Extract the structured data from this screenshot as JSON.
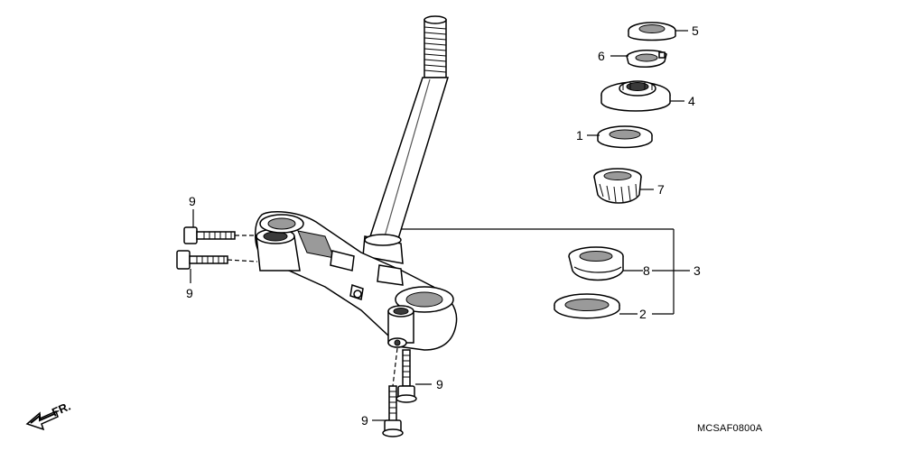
{
  "diagram": {
    "diagram_code": "MCSAF0800A",
    "direction_label": "FR.",
    "callouts": {
      "c1": "1",
      "c2": "2",
      "c3": "3",
      "c4": "4",
      "c5": "5",
      "c6": "6",
      "c7": "7",
      "c8": "8",
      "c9a": "9",
      "c9b": "9",
      "c9c": "9",
      "c9d": "9"
    }
  }
}
